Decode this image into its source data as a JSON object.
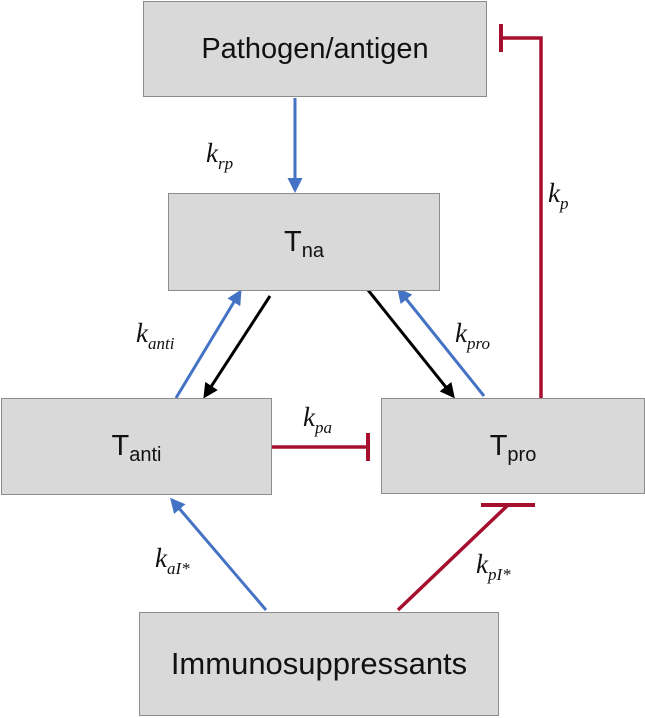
{
  "colors": {
    "activation": "#4472c4",
    "inhibition": "#a50f2d",
    "differentiation": "#000000",
    "box_fill": "#d9d9d9",
    "box_border": "#8c8c8c"
  },
  "nodes": {
    "pathogen": {
      "label": "Pathogen/antigen"
    },
    "t_na": {
      "base": "T",
      "sub": "na"
    },
    "t_anti": {
      "base": "T",
      "sub": "anti"
    },
    "t_pro": {
      "base": "T",
      "sub": "pro"
    },
    "immuno": {
      "label": "Immunosuppressants"
    }
  },
  "rate_labels": {
    "k_rp": {
      "base": "k",
      "sub": "rp"
    },
    "k_p": {
      "base": "k",
      "sub": "p"
    },
    "k_anti": {
      "base": "k",
      "sub": "anti"
    },
    "k_pro": {
      "base": "k",
      "sub": "pro"
    },
    "k_pa": {
      "base": "k",
      "sub": "pa"
    },
    "k_aI": {
      "base": "k",
      "sub": "aI*"
    },
    "k_pI": {
      "base": "k",
      "sub": "pI*"
    }
  },
  "edges": [
    {
      "from": "pathogen",
      "to": "t_na",
      "kind": "activation",
      "icon": "arrow-head-icon"
    },
    {
      "from": "t_pro",
      "to": "pathogen",
      "kind": "inhibition",
      "icon": "t-bar-icon"
    },
    {
      "from": "t_anti",
      "to": "t_na",
      "kind": "activation",
      "icon": "arrow-head-icon"
    },
    {
      "from": "t_na",
      "to": "t_anti",
      "kind": "differentiation",
      "icon": "arrow-head-icon"
    },
    {
      "from": "t_na",
      "to": "t_pro",
      "kind": "differentiation",
      "icon": "arrow-head-icon"
    },
    {
      "from": "t_pro",
      "to": "t_na",
      "kind": "activation",
      "icon": "arrow-head-icon"
    },
    {
      "from": "t_anti",
      "to": "t_pro",
      "kind": "inhibition",
      "icon": "t-bar-icon"
    },
    {
      "from": "immuno",
      "to": "t_anti",
      "kind": "activation",
      "icon": "arrow-head-icon"
    },
    {
      "from": "immuno",
      "to": "t_pro",
      "kind": "inhibition",
      "icon": "t-bar-icon"
    }
  ]
}
